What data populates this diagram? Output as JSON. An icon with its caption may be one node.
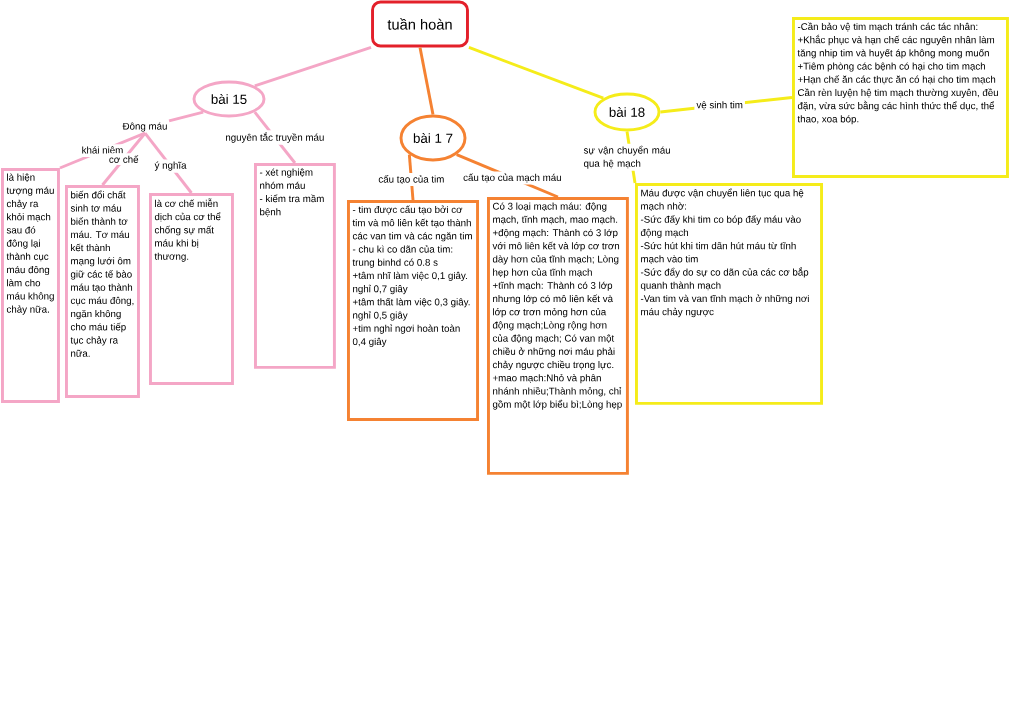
{
  "diagram": {
    "nodes": [
      {
        "text": [
          "tuần hoàn"
        ]
      },
      {
        "text": [
          "bài 15"
        ]
      },
      {
        "text": [
          "bài 1 7"
        ]
      },
      {
        "text": [
          "bài 18"
        ]
      },
      {
        "text": [
          "Đông máu"
        ]
      },
      {
        "text": [
          "là hiện tượng máu chảy ra khỏi mạch sau đó đông lại thành cục máu đông làm cho máu không chảy nữa."
        ]
      },
      {
        "text": [
          "biến đổi chất sinh tơ máu biến thành tơ máu. Tơ máu kết thành mạng lưới ôm giữ các tế bào máu tạo thành cục máu đông, ngăn không cho máu tiếp tục chảy ra nữa."
        ]
      },
      {
        "text": [
          "là cơ chế miễn dịch của cơ thể chống sự mất máu khi bị thương."
        ]
      },
      {
        "text": [
          "- xét nghiệm nhóm máu",
          "- kiểm tra mầm bệnh"
        ]
      },
      {
        "text": [
          "- tim được cấu tạo bởi cơ tim và mô liên kết tạo thành các van tim và các ngăn tim",
          "- chu kì co dãn của tim: trung binhd có 0.8 s",
          "+tâm nhĩ làm việc 0,1 giây. nghỉ 0,7 giây",
          "+tâm thất làm việc 0,3 giây. nghỉ 0,5 giây",
          "+tim nghỉ ngơi hoàn toàn 0,4 giây"
        ]
      },
      {
        "text": [
          "Có 3 loại mạch máu: động mạch, tĩnh mạch, mao mạch.",
          "+động mạch:  Thành có 3 lớp với mô liên kết và lớp cơ trơn dày hơn của tĩnh mạch; Lòng hẹp hơn của tĩnh mạch",
          "+tĩnh mạch: Thành có 3 lớp nhưng lớp có mô liên kết và lớp cơ trơn mỏng hơn của động mạch;Lòng rộng hơn của động mạch;  Có van một chiều ở những nơi máu phải chảy ngược chiều trọng lực.",
          "+mao mạch:Nhỏ và phân nhánh nhiều;Thành mỏng, chỉ gồm một lớp biểu bì;Lòng hẹp"
        ]
      },
      {
        "text": [
          "Máu được vận chuyển liên tục qua hệ mạch nhờ:",
          "-Sức đẩy khi tim co bóp đẩy máu vào động mạch",
          "-Sức hút khi tim dãn hút máu từ tĩnh mạch vào tim",
          "-Sức đẩy do sự co dãn của các cơ bắp quanh thành mạch",
          "-Van tim và van tĩnh mạch ở những nơi máu chảy ngược"
        ]
      },
      {
        "text": [
          "-Cần bảo vệ tim mạch tránh các tác nhân:",
          "+Khắc phục và hạn chế các nguyên nhân làm tăng nhip tim và huyết áp không mong muốn",
          "+Tiêm phòng các bệnh có hại cho tim mạch",
          "+Hạn chế ăn các thực ăn có hại cho tim mạch",
          "Cần rèn luyện hệ tim mạch thường xuyên, đều đặn, vừa sức bằng các hình thức thể dục, thể thao, xoa bóp."
        ]
      }
    ],
    "edges": [
      {
        "from": 0,
        "to": 1,
        "arrow": "none"
      },
      {
        "from": 0,
        "to": 2,
        "arrow": "none",
        "color": "#f58232"
      },
      {
        "from": 0,
        "to": 3,
        "arrow": "none",
        "color": "#f5ec1a"
      },
      {
        "from": 1,
        "to": 4,
        "arrow": "none"
      },
      {
        "from": 4,
        "to": 5,
        "arrow": "none",
        "label": "khái niệm"
      },
      {
        "from": 4,
        "to": 6,
        "arrow": "none",
        "label": "cơ chế"
      },
      {
        "from": 4,
        "to": 7,
        "arrow": "none",
        "label": "ý nghĩa"
      },
      {
        "from": 1,
        "to": 8,
        "arrow": "none",
        "label": "nguyên tắc truyền máu"
      },
      {
        "from": 2,
        "to": 9,
        "arrow": "none",
        "color": "#f58232",
        "label": "cấu tạo của tim"
      },
      {
        "from": 2,
        "to": 10,
        "arrow": "none",
        "color": "#f58232",
        "label": "cấu tạo của mạch máu"
      },
      {
        "from": 3,
        "to": 12,
        "arrow": "none",
        "color": "#f5ec1a",
        "label": "vệ sinh tim"
      },
      {
        "from": 3,
        "to": 11,
        "arrow": "none",
        "color": "#f5ec1a",
        "label": "sự vận chuyển máu qua hệ mạch"
      }
    ]
  }
}
